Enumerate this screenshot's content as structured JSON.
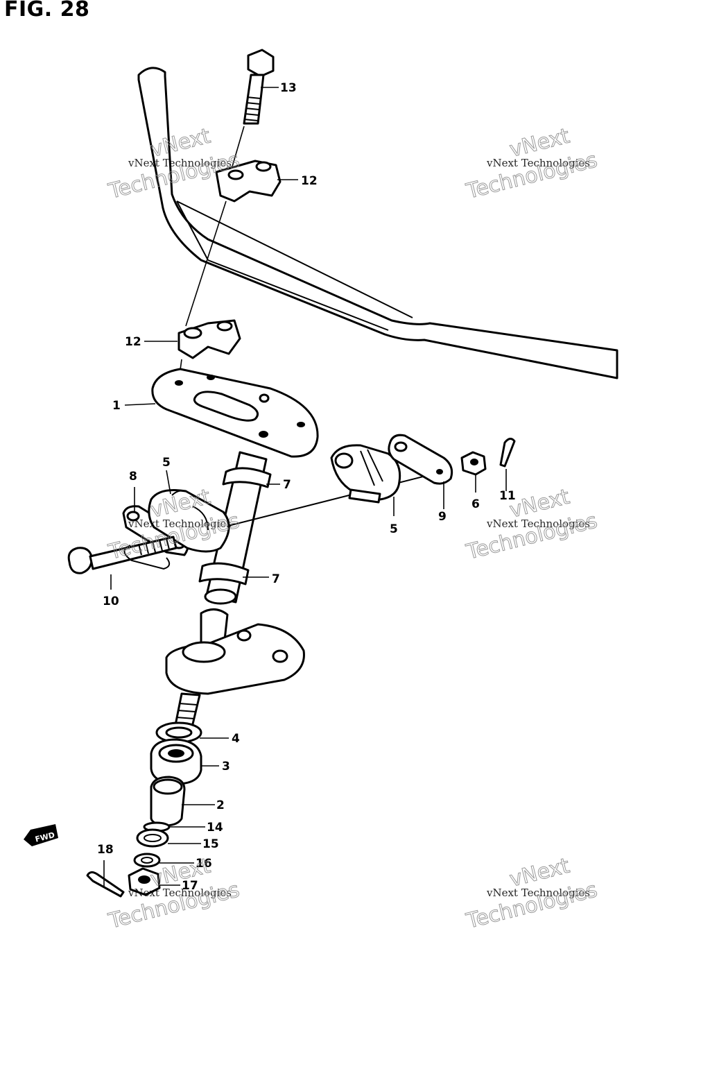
{
  "figure": {
    "title": "FIG. 28"
  },
  "callouts": [
    {
      "id": "c13",
      "label": "13"
    },
    {
      "id": "c12a",
      "label": "12"
    },
    {
      "id": "c12b",
      "label": "12"
    },
    {
      "id": "c1",
      "label": "1"
    },
    {
      "id": "c8",
      "label": "8"
    },
    {
      "id": "c5a",
      "label": "5"
    },
    {
      "id": "c7a",
      "label": "7"
    },
    {
      "id": "c5b",
      "label": "5"
    },
    {
      "id": "c9",
      "label": "9"
    },
    {
      "id": "c6",
      "label": "6"
    },
    {
      "id": "c11",
      "label": "11"
    },
    {
      "id": "c7b",
      "label": "7"
    },
    {
      "id": "c10",
      "label": "10"
    },
    {
      "id": "c4",
      "label": "4"
    },
    {
      "id": "c3",
      "label": "3"
    },
    {
      "id": "c2",
      "label": "2"
    },
    {
      "id": "c14",
      "label": "14"
    },
    {
      "id": "c15",
      "label": "15"
    },
    {
      "id": "c16",
      "label": "16"
    },
    {
      "id": "c17",
      "label": "17"
    },
    {
      "id": "c18",
      "label": "18"
    }
  ],
  "fwd_badge": "FWD",
  "watermarks": [
    {
      "line1": "vNext Technologies",
      "line2": "vNext",
      "line3": "Technologies"
    },
    {
      "line1": "vNext Technologies",
      "line2": "vNext",
      "line3": "Technologies"
    },
    {
      "line1": "vNext Technologies",
      "line2": "vNext",
      "line3": "Technologies"
    },
    {
      "line1": "vNext Technologies",
      "line2": "vNext",
      "line3": "Technologies"
    },
    {
      "line1": "vNext Technologies",
      "line2": "vNext",
      "line3": "Technologies"
    },
    {
      "line1": "vNext Technologies",
      "line2": "vNext",
      "line3": "Technologies"
    }
  ]
}
